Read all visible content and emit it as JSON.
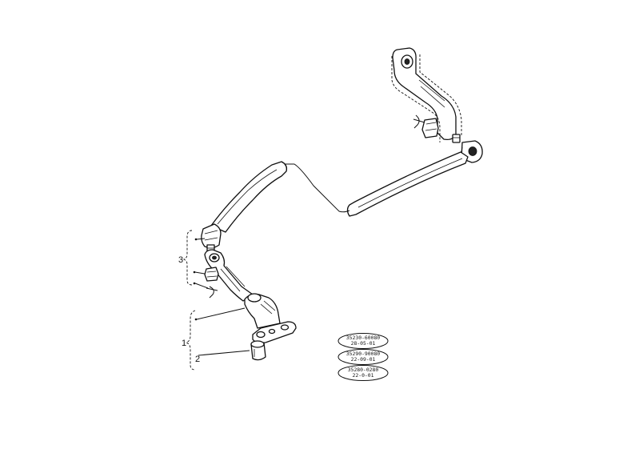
{
  "callouts": [
    {
      "id": "1",
      "label": "1"
    },
    {
      "id": "2",
      "label": "2"
    },
    {
      "id": "3",
      "label": "3"
    }
  ],
  "part_numbers": [
    {
      "line1": "35230-60080",
      "line2": "28-05-01"
    },
    {
      "line1": "35290-90080",
      "line2": "22-09-01"
    },
    {
      "line1": "35280-0280",
      "line2": "22-0-01"
    }
  ],
  "colors": {
    "ink": "#111111",
    "paper": "#ffffff"
  }
}
